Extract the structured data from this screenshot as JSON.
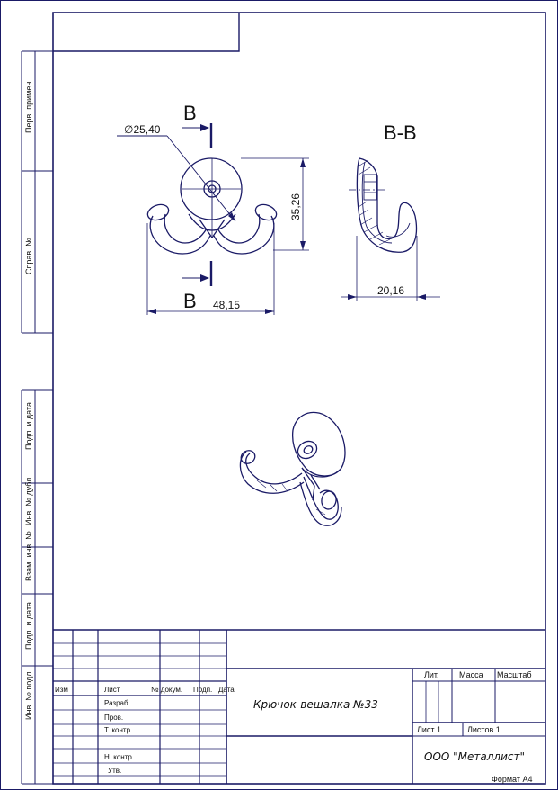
{
  "sheet": {
    "side_labels": [
      "Перв. примен.",
      "Справ. №",
      "Подп. и дата",
      "Инв. № дубл.",
      "Взам. инв. №",
      "Подп. и дата",
      "Инв. № подл."
    ],
    "format": "Формат А4"
  },
  "drawing": {
    "section_letter_top": "В",
    "section_letter_bottom": "В",
    "section_title": "В-В",
    "dim_diameter": "∅25,40",
    "dim_height": "35,26",
    "dim_width": "48,15",
    "dim_depth": "20,16"
  },
  "title_block": {
    "col_headers": [
      "Изм",
      "Лист",
      "№ докум.",
      "Подп.",
      "Дата"
    ],
    "roles": [
      "Разраб.",
      "Пров.",
      "Т. контр.",
      "Н. контр.",
      "Утв."
    ],
    "lit_label": "Лит.",
    "mass_label": "Масса",
    "scale_label": "Масштаб",
    "sheet_label": "Лист 1",
    "sheets_label": "Листов 1",
    "part_name": "Крючок-вешалка №33",
    "company": "ООО \"Металлист\""
  }
}
